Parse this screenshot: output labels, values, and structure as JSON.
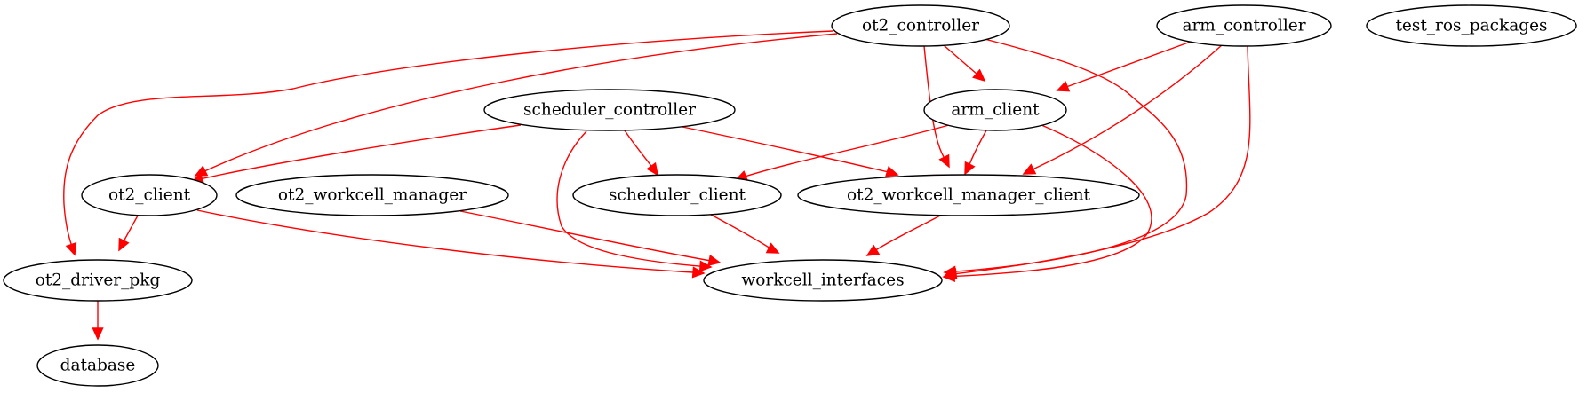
{
  "colors": {
    "edge": "#ff0000",
    "node_stroke": "#000000",
    "node_fill": "#ffffff"
  },
  "nodes": {
    "ot2_controller": "ot2_controller",
    "arm_controller": "arm_controller",
    "test_ros_packages": "test_ros_packages",
    "scheduler_controller": "scheduler_controller",
    "arm_client": "arm_client",
    "ot2_client": "ot2_client",
    "ot2_workcell_manager": "ot2_workcell_manager",
    "scheduler_client": "scheduler_client",
    "ot2_workcell_manager_client": "ot2_workcell_manager_client",
    "ot2_driver_pkg": "ot2_driver_pkg",
    "workcell_interfaces": "workcell_interfaces",
    "database": "database"
  },
  "edges": [
    {
      "from": "ot2_controller",
      "to": "arm_client"
    },
    {
      "from": "ot2_controller",
      "to": "ot2_workcell_manager_client"
    },
    {
      "from": "ot2_controller",
      "to": "workcell_interfaces"
    },
    {
      "from": "ot2_controller",
      "to": "ot2_client"
    },
    {
      "from": "ot2_controller",
      "to": "ot2_driver_pkg"
    },
    {
      "from": "arm_controller",
      "to": "arm_client"
    },
    {
      "from": "arm_controller",
      "to": "ot2_workcell_manager_client"
    },
    {
      "from": "arm_controller",
      "to": "workcell_interfaces"
    },
    {
      "from": "scheduler_controller",
      "to": "ot2_client"
    },
    {
      "from": "scheduler_controller",
      "to": "scheduler_client"
    },
    {
      "from": "scheduler_controller",
      "to": "ot2_workcell_manager_client"
    },
    {
      "from": "scheduler_controller",
      "to": "workcell_interfaces"
    },
    {
      "from": "arm_client",
      "to": "scheduler_client"
    },
    {
      "from": "arm_client",
      "to": "ot2_workcell_manager_client"
    },
    {
      "from": "arm_client",
      "to": "workcell_interfaces"
    },
    {
      "from": "ot2_client",
      "to": "ot2_driver_pkg"
    },
    {
      "from": "ot2_client",
      "to": "workcell_interfaces"
    },
    {
      "from": "ot2_workcell_manager",
      "to": "workcell_interfaces"
    },
    {
      "from": "scheduler_client",
      "to": "workcell_interfaces"
    },
    {
      "from": "ot2_workcell_manager_client",
      "to": "workcell_interfaces"
    },
    {
      "from": "ot2_driver_pkg",
      "to": "database"
    }
  ]
}
